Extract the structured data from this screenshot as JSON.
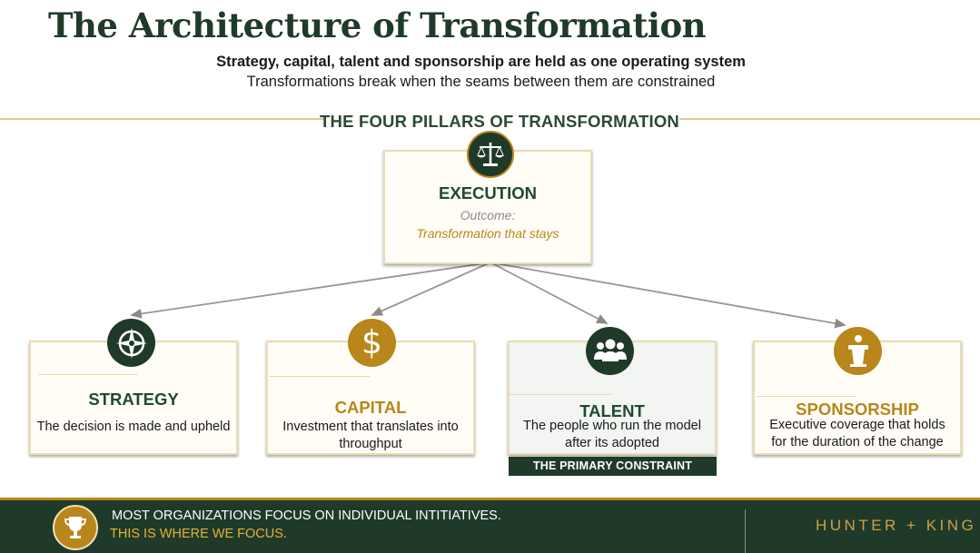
{
  "title": "The Architecture of Transformation",
  "subtitle_bold": "Strategy, capital, talent and sponsorship are held as one operating system",
  "subtitle": "Transformations break when the seams between them are constrained",
  "section_heading": "THE FOUR PILLARS OF TRANSFORMATION",
  "execution": {
    "title": "EXECUTION",
    "outcome_label": "Outcome:",
    "outcome_value": "Transformation that stays",
    "icon": "scales-icon"
  },
  "pillars": [
    {
      "title": "STRATEGY",
      "desc": "The decision is made and upheld",
      "icon": "compass-icon",
      "color": "#1f4a30"
    },
    {
      "title": "CAPITAL",
      "desc": "Investment that translates into throughput",
      "icon": "dollar-icon",
      "color": "#b8861a"
    },
    {
      "title": "TALENT",
      "desc": "The people who run the model after its adopted",
      "icon": "people-icon",
      "color": "#1f4a30"
    },
    {
      "title": "SPONSORSHIP",
      "desc": "Executive coverage that holds for the duration of the change",
      "icon": "podium-icon",
      "color": "#b8861a"
    }
  ],
  "constraint_label": "THE PRIMARY CONSTRAINT",
  "footer": {
    "line1": "MOST ORGANIZATIONS FOCUS ON INDIVIDUAL INTITIATIVES.",
    "line2": "THIS IS WHERE WE FOCUS.",
    "brand": "HUNTER + KING",
    "icon": "trophy-icon"
  },
  "colors": {
    "dark_green": "#1f3a29",
    "gold": "#b8861a",
    "accent_line": "#dcc98a"
  }
}
